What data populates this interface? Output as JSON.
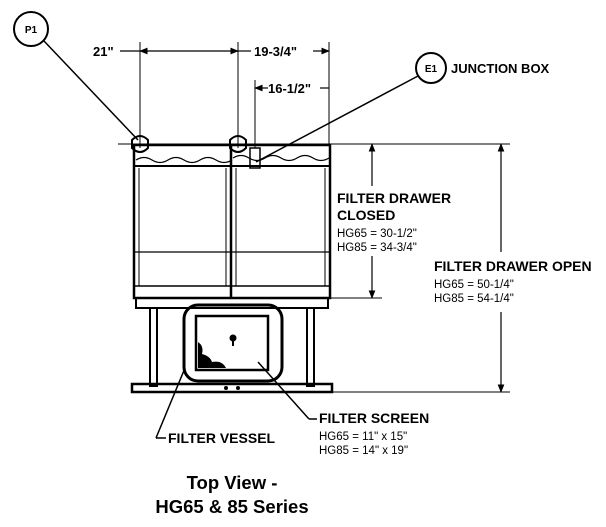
{
  "callouts": {
    "p1": "P1",
    "e1": "E1",
    "junction_box": "JUNCTION BOX"
  },
  "dimensions": {
    "width_21": "21\"",
    "width_19_75": "19-3/4\"",
    "width_16_5": "16-1/2\""
  },
  "drawer_closed": {
    "title_line1": "FILTER DRAWER",
    "title_line2": "CLOSED",
    "hg65": "HG65 = 30-1/2\"",
    "hg85": "HG85 = 34-3/4\""
  },
  "drawer_open": {
    "title": "FILTER DRAWER OPEN",
    "hg65": "HG65 = 50-1/4\"",
    "hg85": "HG85 = 54-1/4\""
  },
  "filter_screen": {
    "title": "FILTER SCREEN",
    "hg65": "HG65 = 11\" x 15\"",
    "hg85": "HG85 = 14\" x 19\""
  },
  "filter_vessel": {
    "title": "FILTER VESSEL"
  },
  "caption": {
    "line1": "Top View -",
    "line2": "HG65 & 85 Series"
  }
}
